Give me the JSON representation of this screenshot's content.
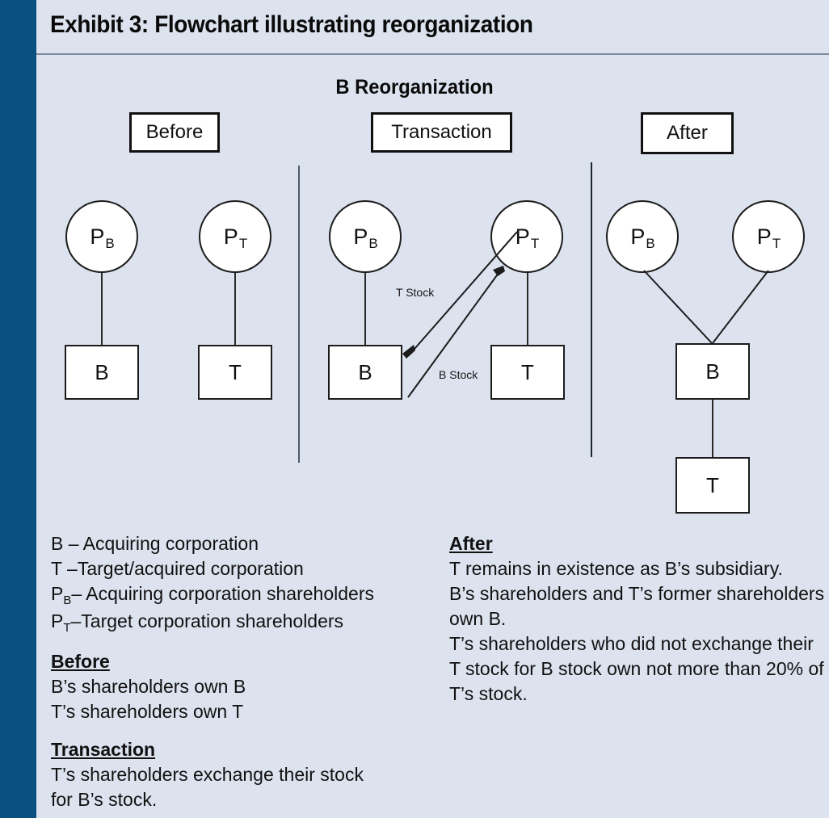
{
  "exhibit": {
    "title": "Exhibit 3: Flowchart illustrating reorganization",
    "accent_color": "#0a5180",
    "background_color": "#dce2ee"
  },
  "diagram": {
    "title": "B Reorganization",
    "phases": [
      {
        "id": "before",
        "label": "Before"
      },
      {
        "id": "transaction",
        "label": "Transaction"
      },
      {
        "id": "after",
        "label": "After"
      }
    ],
    "before": {
      "nodes": [
        {
          "id": "pb",
          "shape": "circle",
          "label": "P",
          "sub": "B"
        },
        {
          "id": "pt",
          "shape": "circle",
          "label": "P",
          "sub": "T"
        },
        {
          "id": "b",
          "shape": "box",
          "label": "B"
        },
        {
          "id": "t",
          "shape": "box",
          "label": "T"
        }
      ]
    },
    "transaction": {
      "nodes": [
        {
          "id": "pb",
          "shape": "circle",
          "label": "P",
          "sub": "B"
        },
        {
          "id": "pt",
          "shape": "circle",
          "label": "P",
          "sub": "T"
        },
        {
          "id": "b",
          "shape": "box",
          "label": "B"
        },
        {
          "id": "t",
          "shape": "box",
          "label": "T"
        }
      ],
      "arrows": [
        {
          "id": "t-stock",
          "label": "T Stock",
          "from": "pt",
          "to": "b"
        },
        {
          "id": "b-stock",
          "label": "B Stock",
          "from": "b",
          "to": "pt"
        }
      ]
    },
    "after": {
      "nodes": [
        {
          "id": "pb",
          "shape": "circle",
          "label": "P",
          "sub": "B"
        },
        {
          "id": "pt",
          "shape": "circle",
          "label": "P",
          "sub": "T"
        },
        {
          "id": "b",
          "shape": "box",
          "label": "B"
        },
        {
          "id": "t",
          "shape": "box",
          "label": "T"
        }
      ]
    }
  },
  "legend": {
    "left": {
      "keys": [
        {
          "term": "B",
          "sub": "",
          "desc": " – Acquiring corporation"
        },
        {
          "term": "T",
          "sub": "",
          "desc": " –Target/acquired corporation"
        },
        {
          "term": "P",
          "sub": "B",
          "desc": "– Acquiring corporation shareholders"
        },
        {
          "term": "P",
          "sub": "T",
          "desc": "–Target corporation shareholders"
        }
      ],
      "sections": [
        {
          "heading": "Before",
          "lines": [
            "B’s shareholders own B",
            "T’s shareholders own T"
          ]
        },
        {
          "heading": "Transaction",
          "lines": [
            "T’s shareholders exchange their stock",
            "for B’s stock."
          ]
        }
      ]
    },
    "right": {
      "sections": [
        {
          "heading": "After",
          "lines": [
            "T remains in existence as B’s subsidiary.",
            "B’s shareholders and T’s former shareholders",
            "own B.",
            "T’s shareholders who did not exchange their",
            "T stock for B stock own not more than 20% of",
            "T’s stock."
          ]
        }
      ]
    }
  }
}
